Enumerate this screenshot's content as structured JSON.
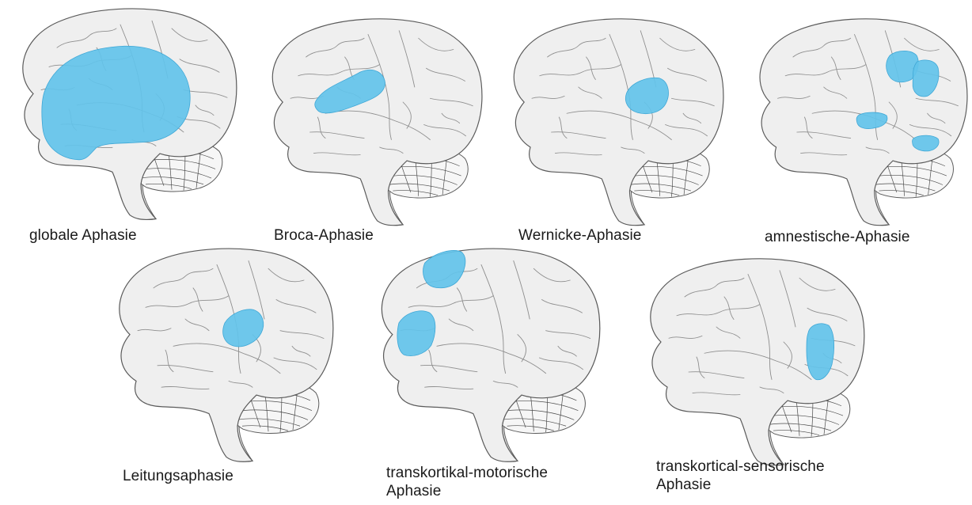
{
  "colors": {
    "cortex_fill": "#efefef",
    "cortex_stroke": "#5a5a5a",
    "sulci": "#8e8e8e",
    "cerebellum_fill": "#f6f6f6",
    "cerebellum_lines": "#4a4a4a",
    "region_fill": "#63c3ea",
    "region_stroke": "#3ea7d6",
    "text": "#1a1a1a"
  },
  "panels": [
    {
      "id": "global",
      "label": "globale Aphasie"
    },
    {
      "id": "broca",
      "label": "Broca-Aphasie"
    },
    {
      "id": "wernicke",
      "label": "Wernicke-Aphasie"
    },
    {
      "id": "amnestic",
      "label": "amnestische-Aphasie"
    },
    {
      "id": "conduction",
      "label": "Leitungsaphasie"
    },
    {
      "id": "tc_motor",
      "label": "transkortikal-motorische\nAphasie"
    },
    {
      "id": "tc_sensory",
      "label": "transkortical-sensorische\nAphasie"
    }
  ]
}
